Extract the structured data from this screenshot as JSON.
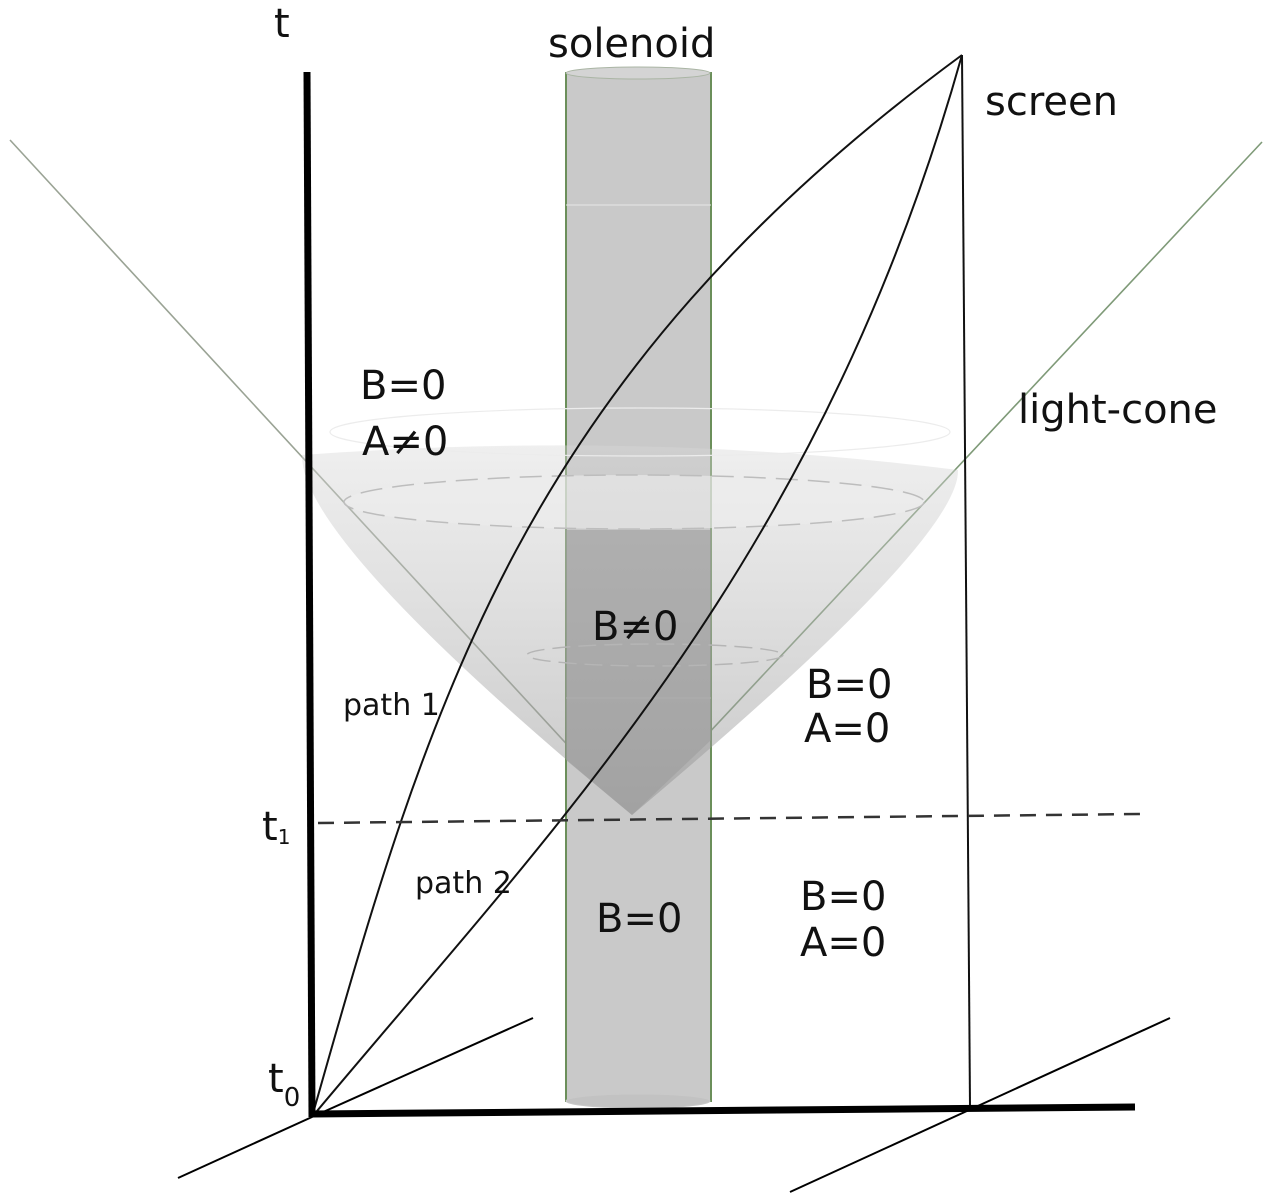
{
  "labels": {
    "time_axis": "t",
    "solenoid": "solenoid",
    "screen": "screen",
    "light_cone": "light-cone",
    "path1": "path 1",
    "path2": "path 2",
    "t1_base": "t",
    "t1_sub": "1",
    "t0_base": "t",
    "t0_sub": "0"
  },
  "regions": {
    "upper_left": {
      "line1": "B=0",
      "line2": "A≠0"
    },
    "cone_solenoid": "B≠0",
    "right_mid": {
      "line1": "B=0",
      "line2": "A=0"
    },
    "solenoid_lower": "B=0",
    "right_lower": {
      "line1": "B=0",
      "line2": "A=0"
    }
  },
  "colors": {
    "axis": "#000000",
    "solenoid_fill": "#c8c8c8",
    "solenoid_edge": "#6b8f5a",
    "cone_fill": "#b4b4b4",
    "light_cone_line": "#8a9a86",
    "path_line": "#111111"
  }
}
